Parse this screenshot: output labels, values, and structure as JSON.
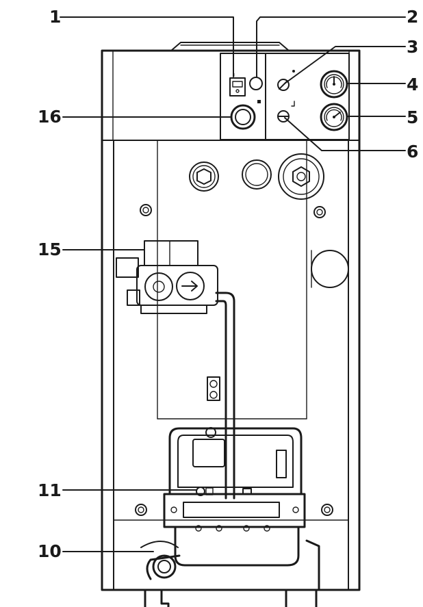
{
  "diagram": {
    "callouts": [
      {
        "id": "c1",
        "label": "1"
      },
      {
        "id": "c2",
        "label": "2"
      },
      {
        "id": "c3",
        "label": "3"
      },
      {
        "id": "c4",
        "label": "4"
      },
      {
        "id": "c5",
        "label": "5"
      },
      {
        "id": "c6",
        "label": "6"
      },
      {
        "id": "c16",
        "label": "16"
      },
      {
        "id": "c15",
        "label": "15"
      },
      {
        "id": "c11",
        "label": "11"
      },
      {
        "id": "c10",
        "label": "10"
      }
    ],
    "colors": {
      "line": "#1a1a1a",
      "background": "#ffffff"
    }
  }
}
